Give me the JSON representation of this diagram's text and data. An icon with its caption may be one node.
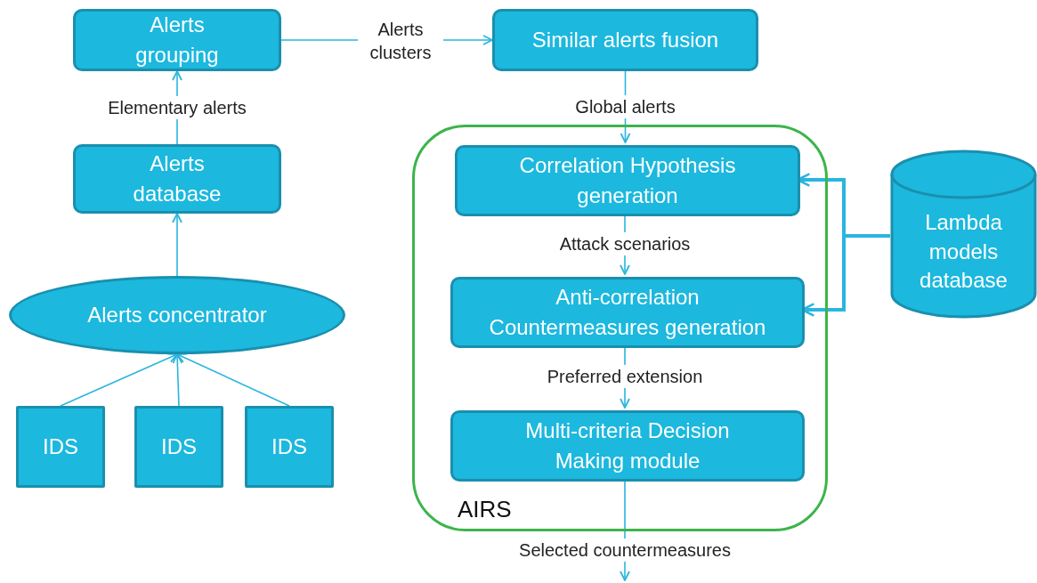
{
  "diagram": {
    "nodes": [
      {
        "text": [
          "Alerts grouping"
        ]
      },
      {
        "text": [
          "Similar alerts fusion"
        ]
      },
      {
        "text": [
          "Alerts database"
        ]
      },
      {
        "text": [
          "Alerts concentrator"
        ]
      },
      {
        "text": [
          "IDS"
        ]
      },
      {
        "text": [
          "IDS"
        ]
      },
      {
        "text": [
          "IDS"
        ]
      },
      {
        "text": [
          "AIRS"
        ]
      },
      {
        "text": [
          "Correlation Hypothesis generation"
        ],
        "in": 7
      },
      {
        "text": [
          "Anti-correlation Countermeasures generation"
        ],
        "in": 7
      },
      {
        "text": [
          "Multi-criteria Decision Making module"
        ],
        "in": 7
      },
      {
        "text": [
          "Lambda models database"
        ]
      }
    ],
    "edges": [
      {
        "from": 2,
        "to": 0,
        "arrow": "to",
        "label": "Elementary alerts"
      },
      {
        "from": 0,
        "to": 1,
        "arrow": "to",
        "label": "Alerts clusters"
      },
      {
        "from": 1,
        "to": 8,
        "arrow": "to",
        "label": "Global alerts"
      },
      {
        "from": 8,
        "to": 9,
        "arrow": "to",
        "label": "Attack scenarios"
      },
      {
        "from": 9,
        "to": 10,
        "arrow": "to",
        "label": "Preferred extension"
      },
      {
        "from": 10,
        "to": null,
        "arrow": "to",
        "label": "Selected countermeasures"
      },
      {
        "from": 3,
        "to": 2,
        "arrow": "to"
      },
      {
        "from": 4,
        "to": 3,
        "arrow": "to"
      },
      {
        "from": 5,
        "to": 3,
        "arrow": "to"
      },
      {
        "from": 6,
        "to": 3,
        "arrow": "to"
      },
      {
        "from": 11,
        "to": 8,
        "arrow": "to",
        "style": "thick"
      },
      {
        "from": 11,
        "to": 9,
        "arrow": "to",
        "style": "thick"
      }
    ]
  }
}
